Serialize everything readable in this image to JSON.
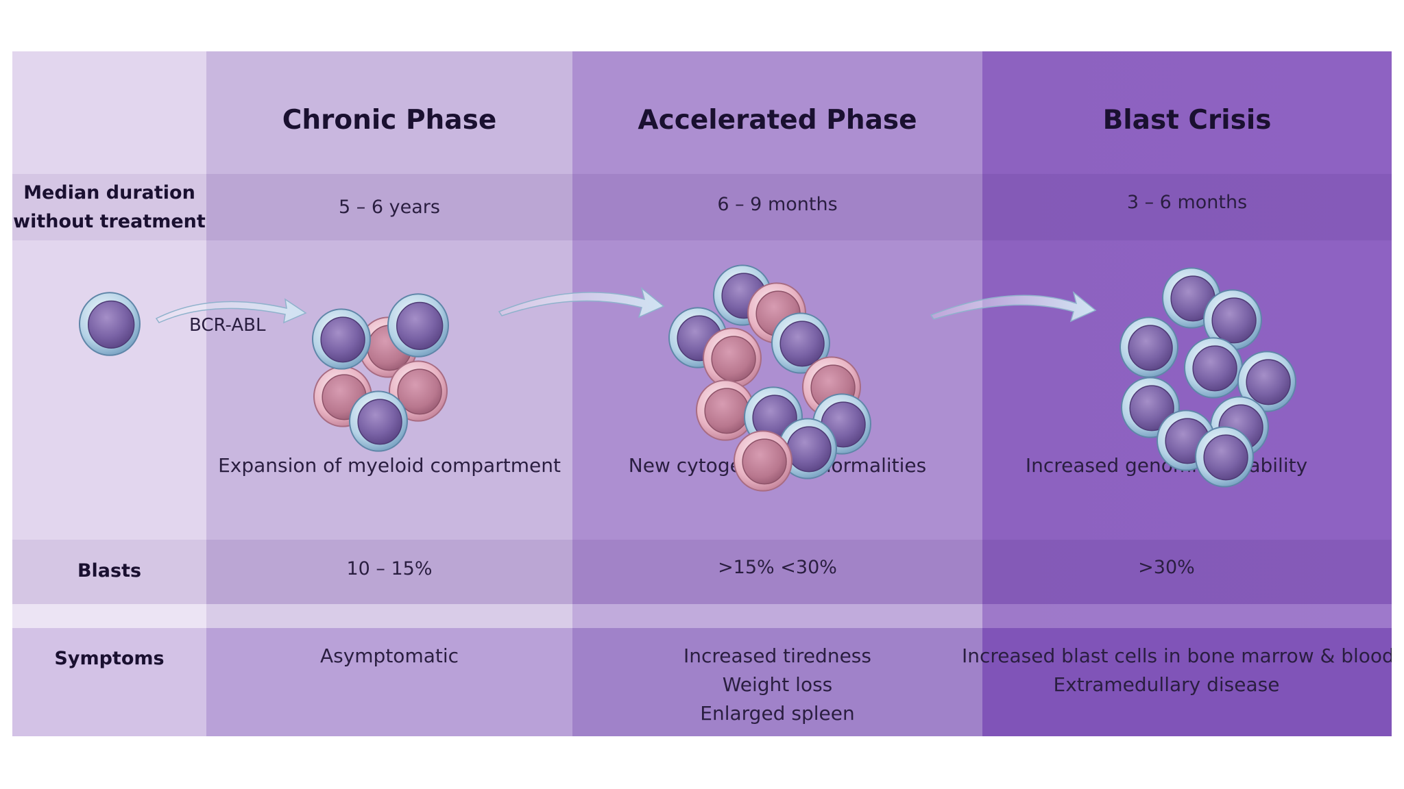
{
  "phases": [
    {
      "title": "Chronic Phase",
      "duration": "5 – 6 years",
      "description": "Expansion of myeloid compartment",
      "blasts": "10 – 15%",
      "symptoms": [
        "Asymptomatic"
      ]
    },
    {
      "title": "Accelerated Phase",
      "duration": "6 – 9 months",
      "description": "New cytogenetic abnormalities",
      "blasts": ">15% <30%",
      "symptoms": [
        "Increased tiredness",
        "Weight loss",
        "Enlarged spleen"
      ]
    },
    {
      "title": "Blast Crisis",
      "duration": "3 – 6 months",
      "description": "Increased genomic instability",
      "blasts": ">30%",
      "symptoms": [
        "Increased blast cells in bone marrow & blood",
        "Extramedullary disease"
      ]
    }
  ],
  "row_labels": {
    "duration_line1": "Median duration",
    "duration_line2": "without treatment",
    "blasts": "Blasts",
    "symptoms": "Symptoms"
  },
  "transition_label": "BCR-ABL",
  "colors": {
    "col_label": "#e2d6ee",
    "col_chronic": "#c9b7df",
    "col_accelerated": "#ad8fd1",
    "col_blast": "#8d62c0",
    "cell_membrane": "#a8c8e0",
    "cell_nucleus": "#6f5a9a",
    "cell_pink": "#e8b0c0"
  },
  "icons": [
    "normal-cell-icon",
    "cell-cluster-icon",
    "arrow-icon"
  ]
}
